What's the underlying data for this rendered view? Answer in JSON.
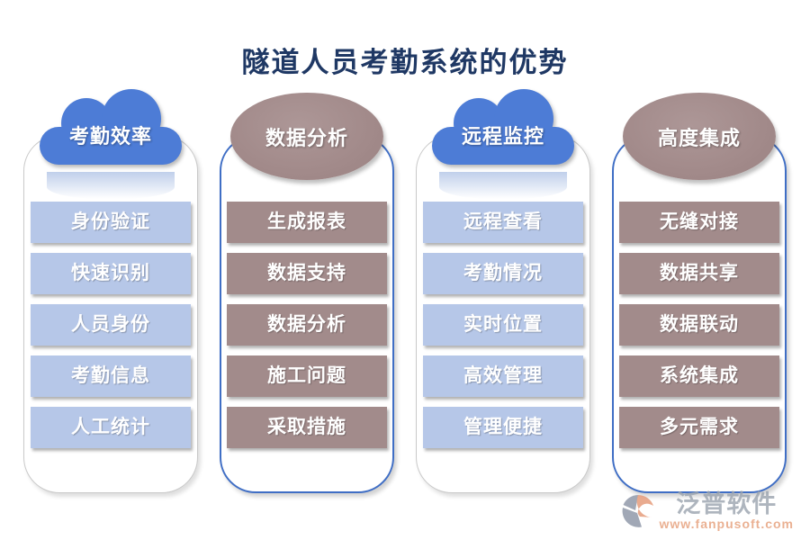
{
  "title": "隧道人员考勤系统的优势",
  "colors": {
    "title_navy": "#1f3864",
    "cloud_blue": "#4d7cd6",
    "item_light_blue": "#b6c7e8",
    "ellipse_mauve": "#a28a8a",
    "item_mauve": "#a28b8b",
    "panel_border_blue": "#3f6ec5",
    "panel_border_gray": "#c9c9c9",
    "watermark_gray": "#9aa3ae",
    "watermark_orange": "#e59d77"
  },
  "columns": [
    {
      "header": "考勤效率",
      "shape": "cloud",
      "items": [
        "身份验证",
        "快速识别",
        "人员身份",
        "考勤信息",
        "人工统计"
      ]
    },
    {
      "header": "数据分析",
      "shape": "ellipse",
      "items": [
        "生成报表",
        "数据支持",
        "数据分析",
        "施工问题",
        "采取措施"
      ]
    },
    {
      "header": "远程监控",
      "shape": "cloud",
      "items": [
        "远程查看",
        "考勤情况",
        "实时位置",
        "高效管理",
        "管理便捷"
      ]
    },
    {
      "header": "高度集成",
      "shape": "ellipse",
      "items": [
        "无缝对接",
        "数据共享",
        "数据联动",
        "系统集成",
        "多元需求"
      ]
    }
  ],
  "watermark": {
    "brand": "泛普软件",
    "url": "www.fanpusoft.com"
  }
}
